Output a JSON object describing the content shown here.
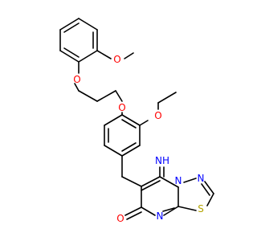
{
  "colors": {
    "background": "#ffffff",
    "bond": "#000000",
    "oxygen": "#ff0000",
    "nitrogen": "#0000ff",
    "sulfur": "#b3a300"
  },
  "atoms": {
    "o_methoxy": "O",
    "o_phenoxy": "O",
    "o_ether": "O",
    "o_ethoxy": "O",
    "nh_imine": "NH",
    "n_ring_a": "N",
    "n_ring_b": "N",
    "n_ring_c": "N",
    "s_ring": "S",
    "o_carbonyl": "O"
  }
}
